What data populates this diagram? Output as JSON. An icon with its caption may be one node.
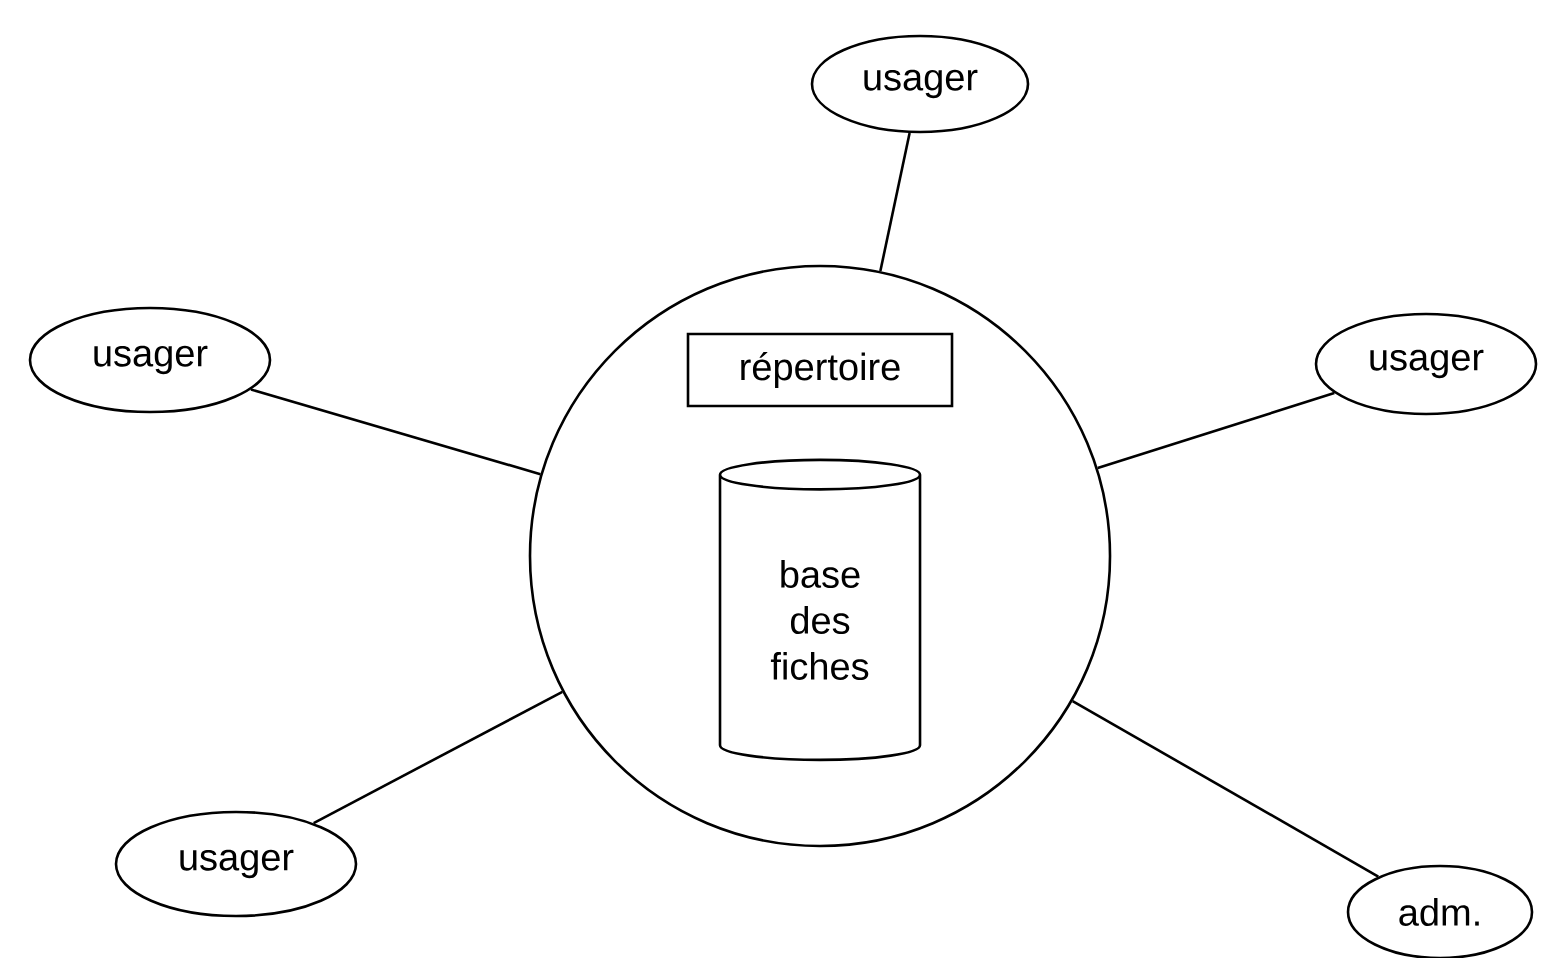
{
  "diagram": {
    "nodes": [
      {
        "text": [],
        "shape": "circle"
      },
      {
        "text": [
          "répertoire"
        ],
        "in": 0
      },
      {
        "text": [
          "base des fiches"
        ],
        "in": 0
      },
      {
        "text": [
          "usager"
        ]
      },
      {
        "text": [
          "usager"
        ]
      },
      {
        "text": [
          "usager"
        ]
      },
      {
        "text": [
          "usager"
        ]
      },
      {
        "text": [
          "adm."
        ]
      }
    ],
    "edges": [
      {
        "from": 3,
        "to": 0,
        "arrow": "none"
      },
      {
        "from": 4,
        "to": 0,
        "arrow": "none"
      },
      {
        "from": 5,
        "to": 0,
        "arrow": "none"
      },
      {
        "from": 6,
        "to": 0,
        "arrow": "none"
      },
      {
        "from": 7,
        "to": 0,
        "arrow": "none"
      }
    ]
  }
}
